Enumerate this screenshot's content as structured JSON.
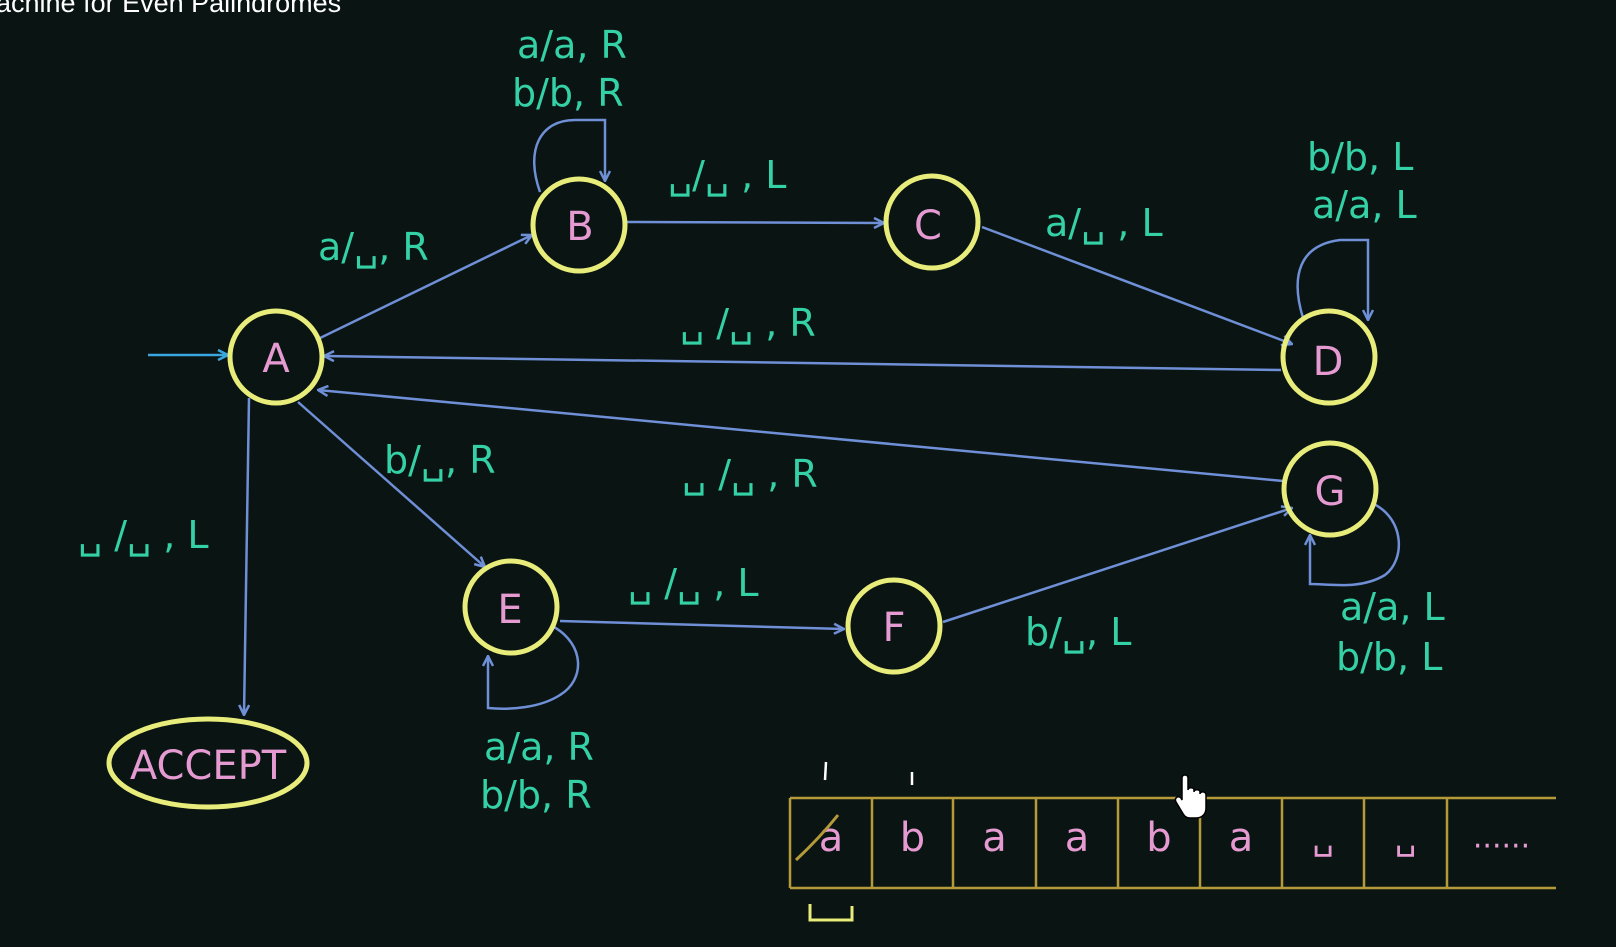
{
  "title": "achine for Even Palindromes",
  "states": {
    "A": "A",
    "B": "B",
    "C": "C",
    "D": "D",
    "E": "E",
    "F": "F",
    "G": "G",
    "ACCEPT": "ACCEPT"
  },
  "labels": {
    "loopB_1": "a/a, R",
    "loopB_2": "b/b, R",
    "AB": "a/␣, R",
    "BC": "␣/␣ , L",
    "CD": "a/␣ , L",
    "loopD_1": "b/b, L",
    "loopD_2": "a/a, L",
    "DA": "␣ /␣ , R",
    "AE": "b/␣, R",
    "GA": "␣ /␣ , R",
    "A_accept": "␣ /␣ , L",
    "EF": "␣ /␣ , L",
    "FG": "b/␣, L",
    "loopG_1": "a/a, L",
    "loopG_2": "b/b, L",
    "loopE_1": "a/a, R",
    "loopE_2": "b/b, R"
  },
  "tape": [
    "a",
    "b",
    "a",
    "a",
    "b",
    "a",
    "␣",
    "␣",
    "......"
  ],
  "colors": {
    "background": "#0a1412",
    "state_circle": "#e7ec7a",
    "state_text": "#e59bd2",
    "label_text": "#35d1a6",
    "edge": "#6f8fd6",
    "start_arrow": "#3aa6e0",
    "tape_border": "#b59a3a"
  }
}
